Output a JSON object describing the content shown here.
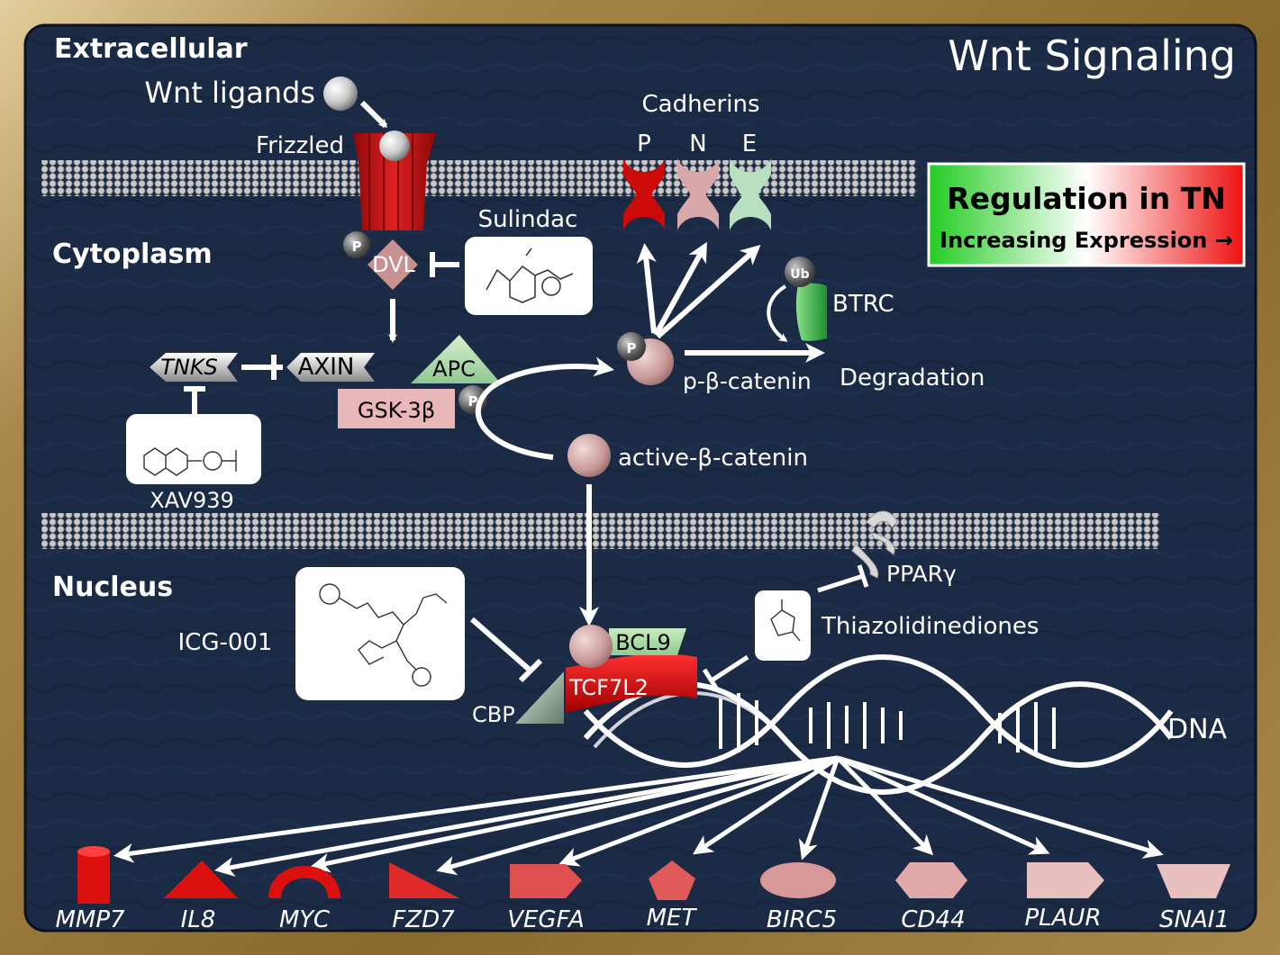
{
  "title": "Wnt Signaling",
  "compartments": {
    "extracellular": "Extracellular",
    "cytoplasm": "Cytoplasm",
    "nucleus": "Nucleus"
  },
  "legend": {
    "title": "Regulation in TN",
    "subtitle": "Increasing Expression →",
    "gradient": [
      "#22cc22",
      "#ffffff",
      "#ee1111"
    ]
  },
  "labels": {
    "wnt_ligands": "Wnt ligands",
    "frizzled": "Frizzled",
    "cadherins": "Cadherins",
    "cadherin_p": "P",
    "cadherin_n": "N",
    "cadherin_e": "E",
    "sulindac": "Sulindac",
    "dvl": "DVL",
    "tnks": "TNKS",
    "axin": "AXIN",
    "apc": "APC",
    "gsk3b": "GSK-3β",
    "xav939": "XAV939",
    "btrc": "BTRC",
    "ub": "Ub",
    "phospho": "P",
    "p_beta_catenin": "p-β-catenin",
    "degradation": "Degradation",
    "active_beta_catenin": "active-β-catenin",
    "ppar": "PPARγ",
    "thiazolidinediones": "Thiazolidinediones",
    "icg001": "ICG-001",
    "bcl9": "BCL9",
    "tcf7l2": "TCF7L2",
    "cbp": "CBP",
    "dna": "DNA"
  },
  "target_genes": [
    "MMP7",
    "IL8",
    "MYC",
    "FZD7",
    "VEGFA",
    "MET",
    "BIRC5",
    "CD44",
    "PLAUR",
    "SNAI1"
  ],
  "colors": {
    "background": "#1b2a45",
    "frame": "#8a6a2c",
    "strong_red": "#dd1111",
    "light_pink": "#e8b8b8",
    "pale_green": "#b8e0c0",
    "white": "#ffffff"
  }
}
